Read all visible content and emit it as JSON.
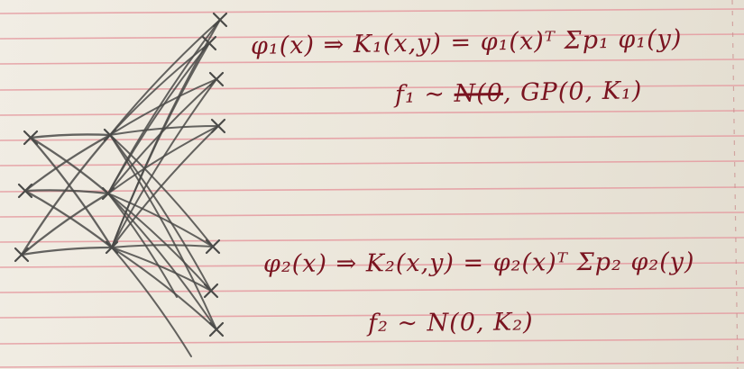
{
  "colors": {
    "paper": "#ece7db",
    "rule_line": "#e59aa0",
    "margin_line": "#c98c8c",
    "pencil": "#4a4a48",
    "ink": "#7a1420"
  },
  "notes": {
    "line1": "φ₁(x) ⇒ K₁(x,y) = φ₁(x)ᵀ Σp₁ φ₁(y)",
    "line2_prefix": "f₁ ~ ",
    "line2_struck": "N(0",
    "line2_rest": ", GP(0, K₁)",
    "line3": "φ₂(x) ⇒ K₂(x,y) = φ₂(x)ᵀ Σp₂ φ₂(y)",
    "line4": "f₂ ~ N(0, K₂)"
  }
}
